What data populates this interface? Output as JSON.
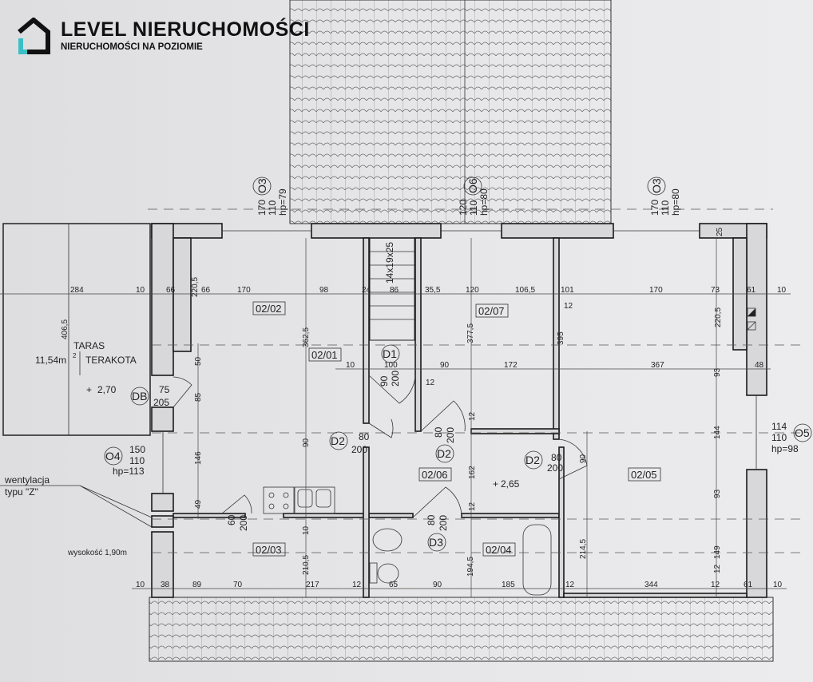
{
  "logo": {
    "title": "LEVEL NIERUCHOMOŚCI",
    "subtitle": "NIERUCHOMOŚCI NA POZIOMIE",
    "accent": "#3bbfc4"
  },
  "rooms": [
    "02/01",
    "02/02",
    "02/03",
    "02/04",
    "02/05",
    "02/06",
    "02/07"
  ],
  "terrace": {
    "name": "TARAS",
    "area": "11,54m",
    "area_sup": "2",
    "finish": "TERAKOTA",
    "level": "2,70"
  },
  "level_inside": "2,65",
  "stairs": "14x19x25",
  "notes": {
    "ventilation_1": "wentylacja",
    "ventilation_2": "typu \"Z\"",
    "height": "wysokość 1,90m"
  },
  "windows": [
    {
      "id": "O3",
      "w": "170",
      "h": "110",
      "hp": "hp=79"
    },
    {
      "id": "O6",
      "w": "120",
      "h": "110",
      "hp": "hp=80"
    },
    {
      "id": "O3",
      "w": "170",
      "h": "110",
      "hp": "hp=80"
    },
    {
      "id": "O4",
      "w": "150",
      "h": "110",
      "hp": "hp=113"
    },
    {
      "id": "O5",
      "w": "114",
      "h": "110",
      "hp": "hp=98"
    }
  ],
  "doors": [
    {
      "id": "D1",
      "w": "90",
      "h": "200"
    },
    {
      "id": "D2",
      "w": "80",
      "h": "200"
    },
    {
      "id": "D2",
      "w": "80",
      "h": "200"
    },
    {
      "id": "D2",
      "w": "80",
      "h": "200"
    },
    {
      "id": "D3",
      "w": "80",
      "h": "200"
    },
    {
      "id": "DB",
      "w": "75",
      "h": "205"
    },
    {
      "id": "",
      "w": "60",
      "h": "200"
    }
  ],
  "dims_top": [
    "284",
    "10",
    "66",
    "66",
    "170",
    "98",
    "24",
    "86",
    "35,5",
    "120",
    "106,5",
    "101",
    "170",
    "73",
    "61",
    "10"
  ],
  "dims_mid": [
    "10",
    "100",
    "90",
    "172",
    "367",
    "48"
  ],
  "dims_bottom": [
    "10",
    "38",
    "89",
    "70",
    "217",
    "12",
    "65",
    "90",
    "185",
    "12",
    "344",
    "12",
    "61",
    "10"
  ],
  "dims_vertical": [
    "406,5",
    "220,5",
    "362,5",
    "377,5",
    "395",
    "220,5",
    "50",
    "85",
    "146",
    "49",
    "90",
    "10",
    "210,5",
    "93",
    "144",
    "93",
    "149",
    "12",
    "162",
    "12",
    "12",
    "194,5",
    "214,5",
    "90",
    "25"
  ],
  "dims_misc": [
    "12",
    "12"
  ]
}
